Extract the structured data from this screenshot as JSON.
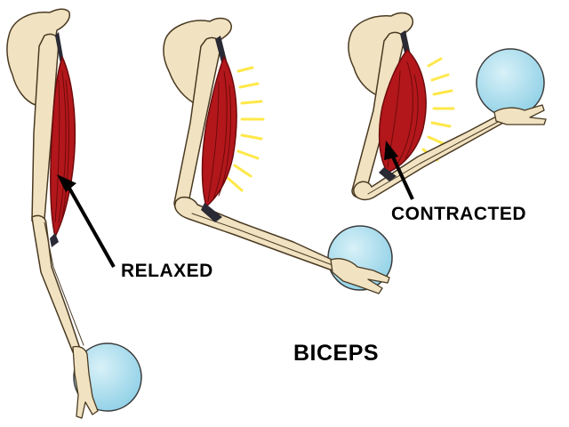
{
  "labels": {
    "relaxed": "RELAXED",
    "contracted": "CONTRACTED",
    "title": "BICEPS"
  },
  "colors": {
    "bone": "#f1e3c2",
    "outline": "#4a3a22",
    "muscle": "#b3171b",
    "muscle_dark": "#6e0a0c",
    "tendon": "#2a2a35",
    "ball": "#aee0f0",
    "glow": "#ffe84a",
    "pointer": "#000000"
  }
}
